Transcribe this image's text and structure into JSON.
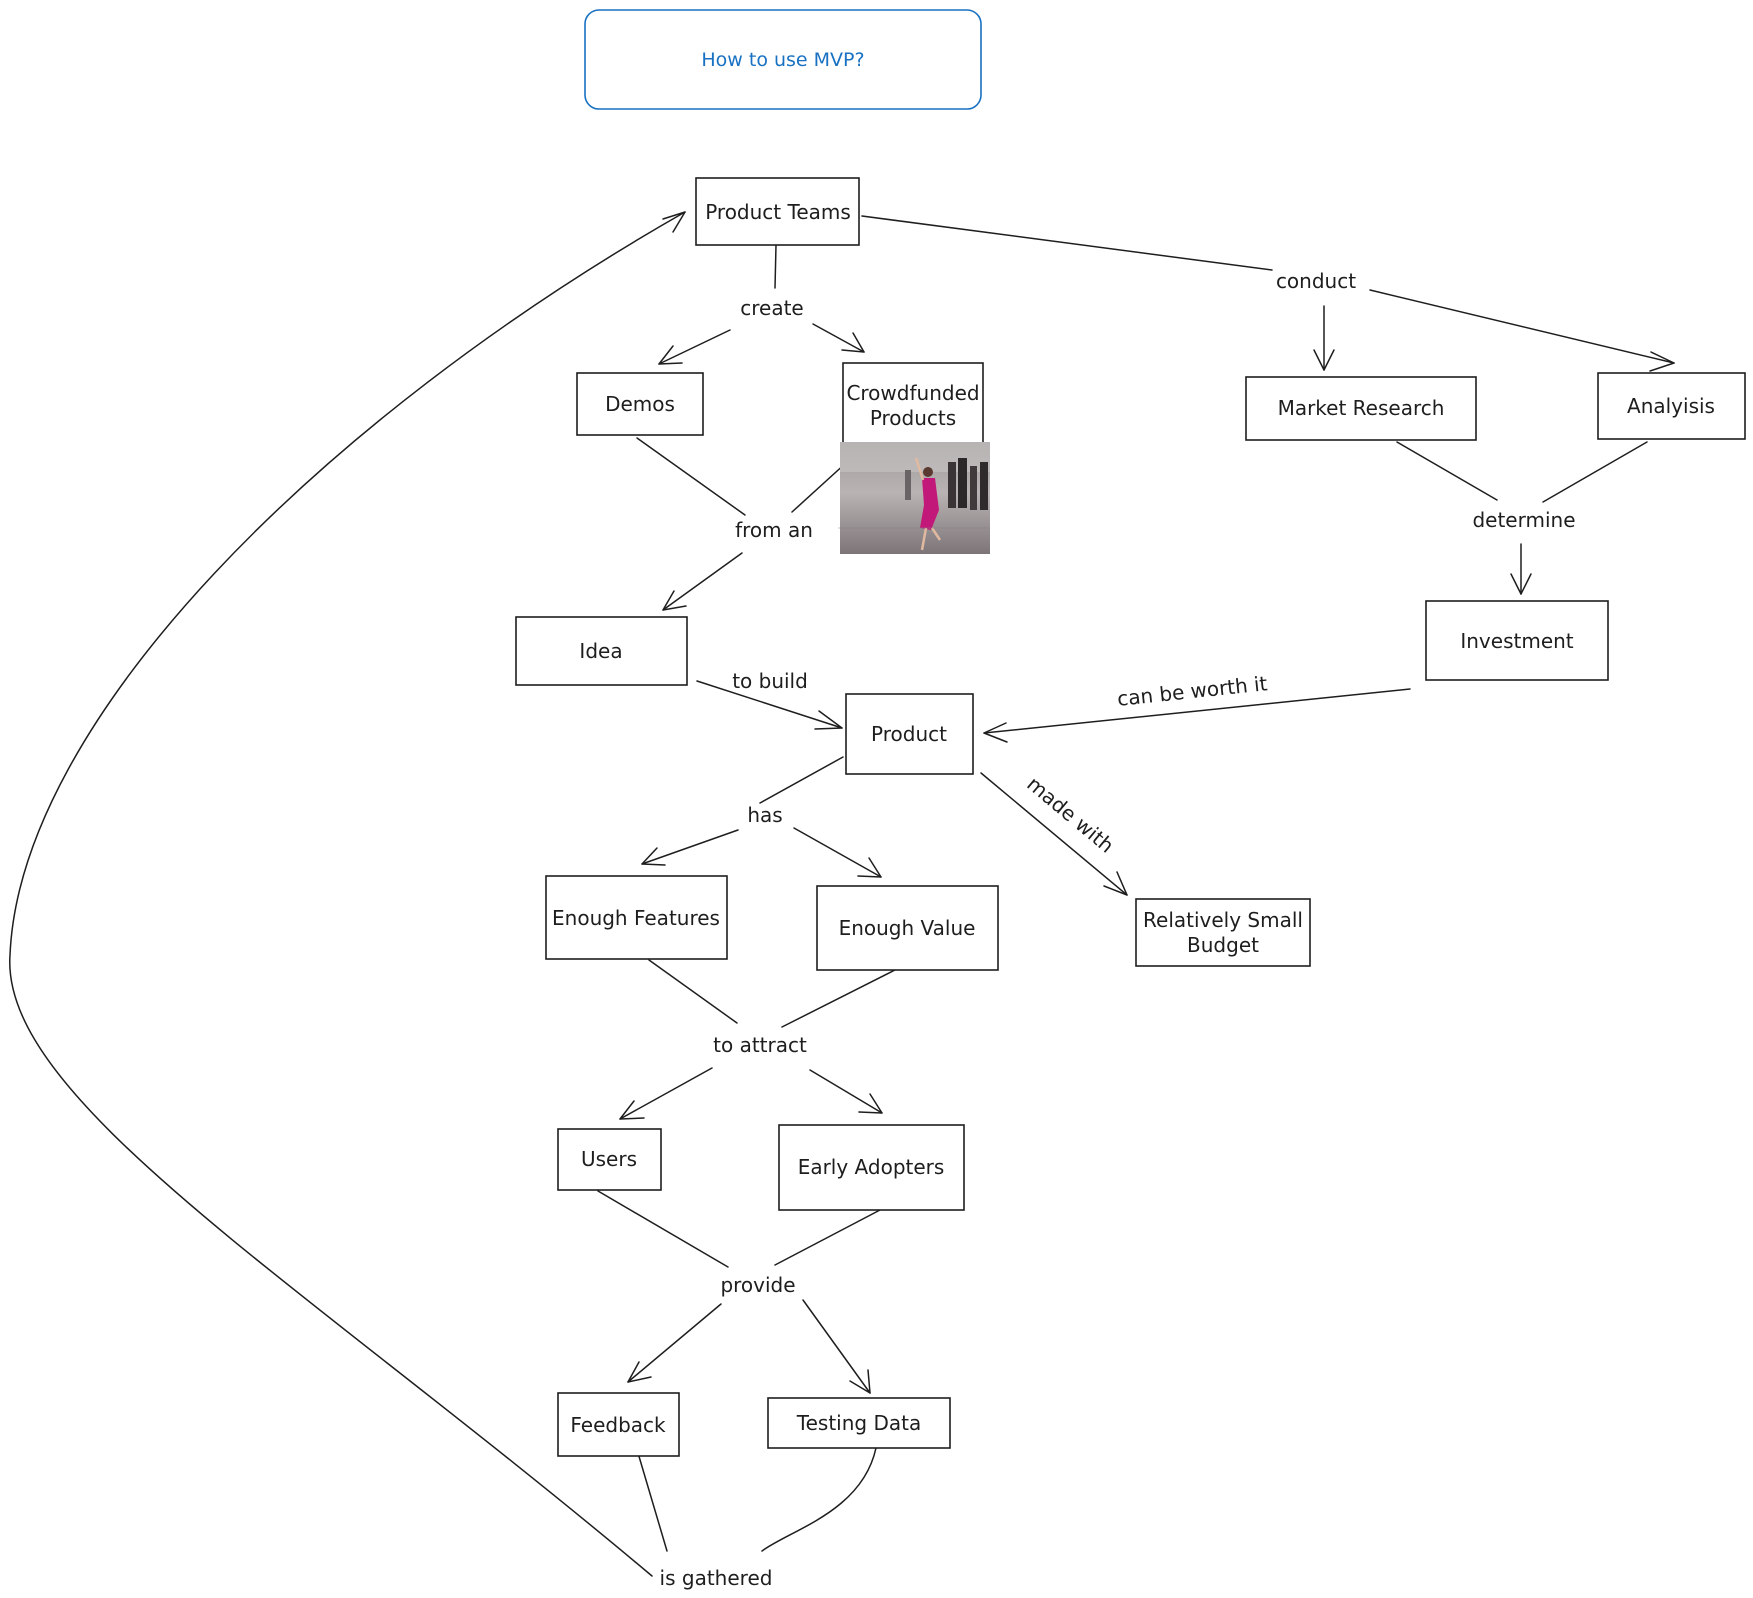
{
  "colors": {
    "ink": "#1e1e1e",
    "title_ink": "#1971c2",
    "title_border": "#1971c2",
    "photo_dress": "#c2187a"
  },
  "title": "How to use MVP?",
  "nodes": {
    "product_teams": "Product Teams",
    "demos": "Demos",
    "crowdfunded_line1": "Crowdfunded",
    "crowdfunded_line2": "Products",
    "market_research": "Market Research",
    "analysis": "Analyisis",
    "investment": "Investment",
    "idea": "Idea",
    "product": "Product",
    "enough_features": "Enough Features",
    "enough_value": "Enough Value",
    "small_budget_line1": "Relatively Small",
    "small_budget_line2": "Budget",
    "users": "Users",
    "early_adopters": "Early Adopters",
    "feedback": "Feedback",
    "testing_data": "Testing Data"
  },
  "edges": {
    "create": "create",
    "conduct": "conduct",
    "from_an": "from an",
    "determine": "determine",
    "to_build": "to build",
    "can_be_worth_it": "can be worth it",
    "has": "has",
    "made_with": "made with",
    "to_attract": "to attract",
    "provide": "provide",
    "is_gathered": "is gathered"
  },
  "image": {
    "subject": "woman-in-pink-dress-photo"
  }
}
